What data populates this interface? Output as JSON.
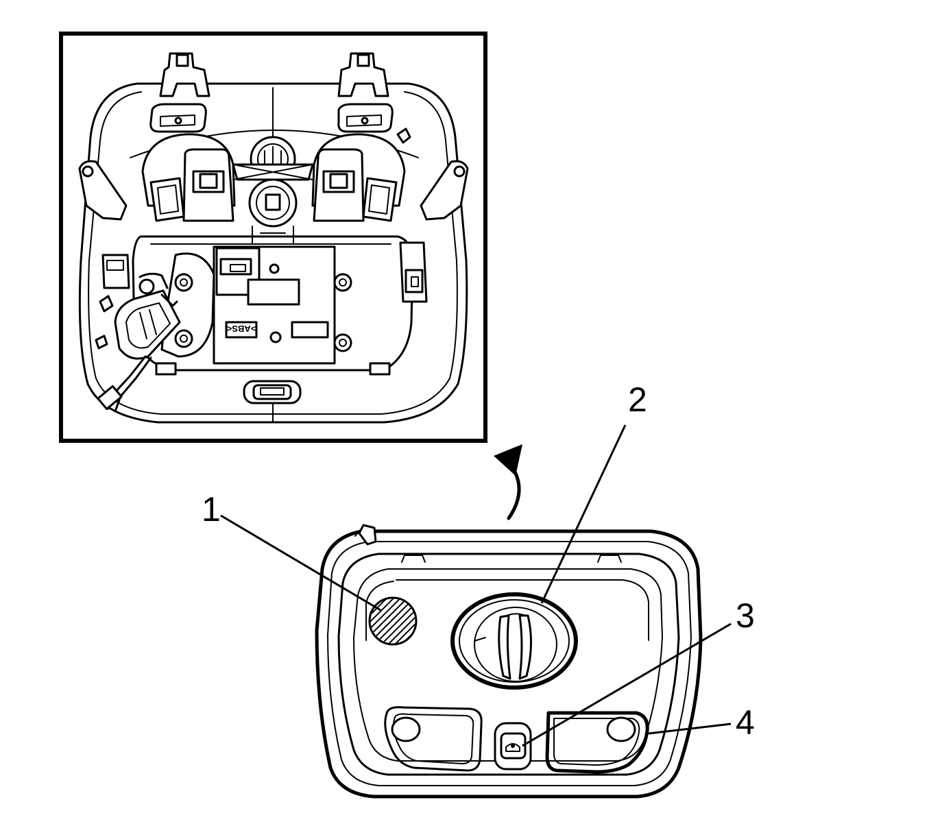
{
  "figure": {
    "callouts": [
      {
        "id": "1",
        "label": "1"
      },
      {
        "id": "2",
        "label": "2"
      },
      {
        "id": "3",
        "label": "3"
      },
      {
        "id": "4",
        "label": "4"
      }
    ],
    "inset_marking": ">ABS<"
  }
}
